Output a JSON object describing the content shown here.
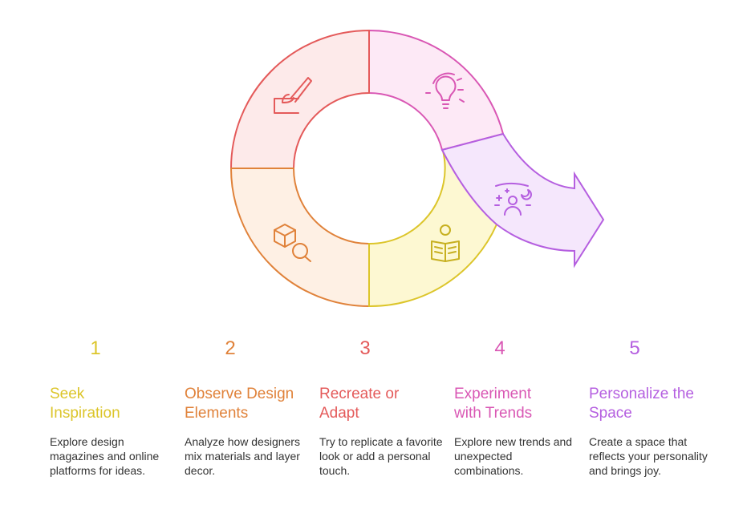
{
  "colors": {
    "step1": "#dcc52a",
    "step2": "#e0823a",
    "step3": "#e45a5a",
    "step4": "#d957b4",
    "step5": "#b55fe0"
  },
  "icons": [
    "bulb-icon",
    "photo-frame-icon",
    "cube-search-icon",
    "reading-book-icon",
    "person-stars-icon"
  ],
  "steps": [
    {
      "number": "1",
      "title": "Seek\nInspiration",
      "desc": "Explore design magazines and online platforms for ideas."
    },
    {
      "number": "2",
      "title": "Observe Design\nElements",
      "desc": "Analyze how designers mix materials and layer decor."
    },
    {
      "number": "3",
      "title": "Recreate or\nAdapt",
      "desc": "Try to replicate a favorite look or add a personal touch."
    },
    {
      "number": "4",
      "title": "Experiment\nwith Trends",
      "desc": "Explore new trends and unexpected combinations."
    },
    {
      "number": "5",
      "title": "Personalize the\nSpace",
      "desc": "Create a space that reflects your personality and brings joy."
    }
  ]
}
